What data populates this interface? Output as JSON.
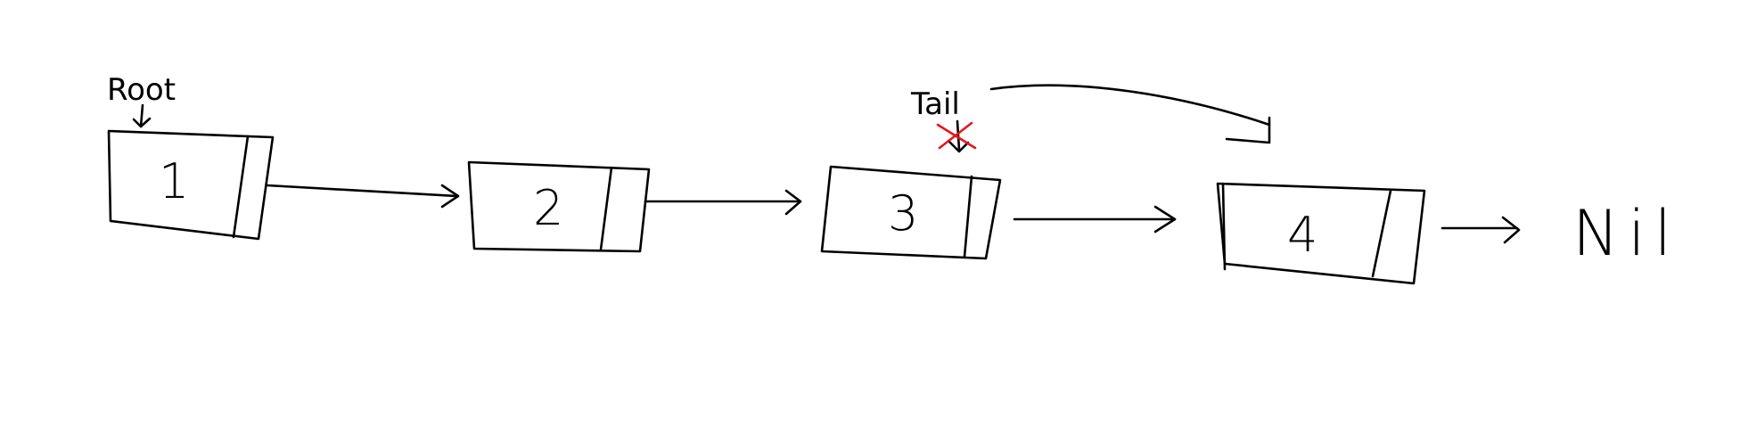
{
  "diagram": {
    "nodes": [
      {
        "value": "1"
      },
      {
        "value": "2"
      },
      {
        "value": "3"
      },
      {
        "value": "4"
      }
    ],
    "labels": {
      "root": "Root",
      "tail": "Tail",
      "nil": "Nil"
    },
    "colors": {
      "ink": "#000000",
      "strike": "#e8141c"
    }
  }
}
